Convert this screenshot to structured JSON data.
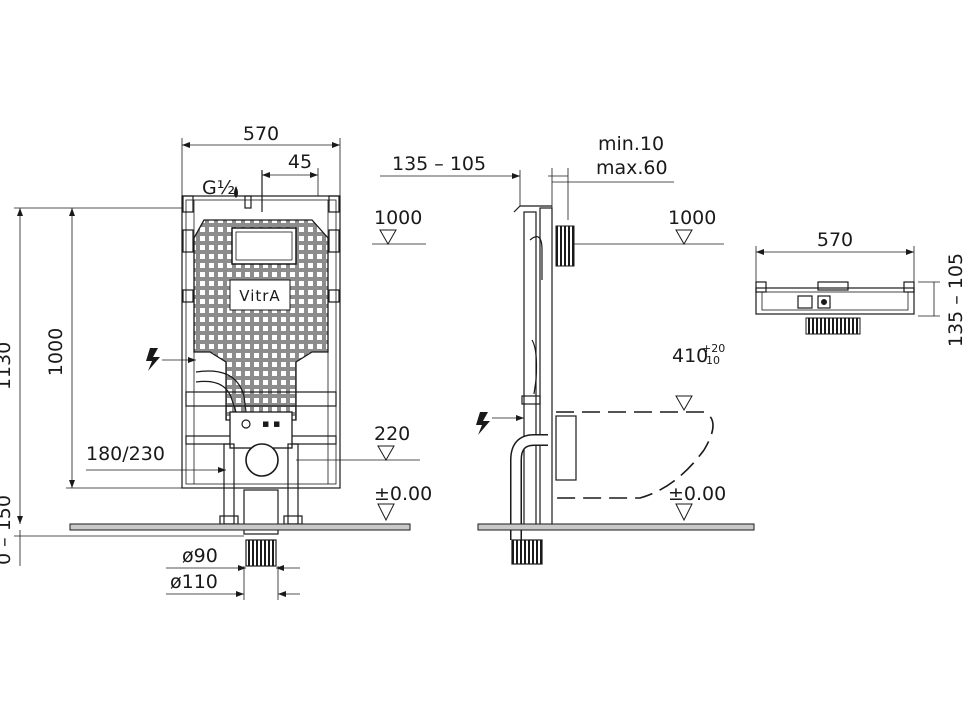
{
  "front_view": {
    "width_label": "570",
    "offset_label": "45",
    "supply_label": "G½",
    "height_total_label": "1130",
    "height_label": "1000",
    "level_1000": "1000",
    "level_220": "220",
    "level_zero": "±0.00",
    "outlet_label": "180/230",
    "floor_adjust_label": "0 – 150",
    "pipe_90_label": "ø90",
    "pipe_110_label": "ø110",
    "brand": "VitrA"
  },
  "side_view": {
    "depth_label": "135 – 105",
    "min_label": "min.10",
    "max_label": "max.60",
    "level_1000": "1000",
    "level_410": "410",
    "tolerance_plus": "+20",
    "tolerance_minus": "-10",
    "level_zero": "±0.00"
  },
  "top_view": {
    "width_label": "570",
    "depth_label": "135 – 105"
  },
  "icons": [
    "lightning-icon",
    "water-drop-icon",
    "level-marker-icon"
  ]
}
